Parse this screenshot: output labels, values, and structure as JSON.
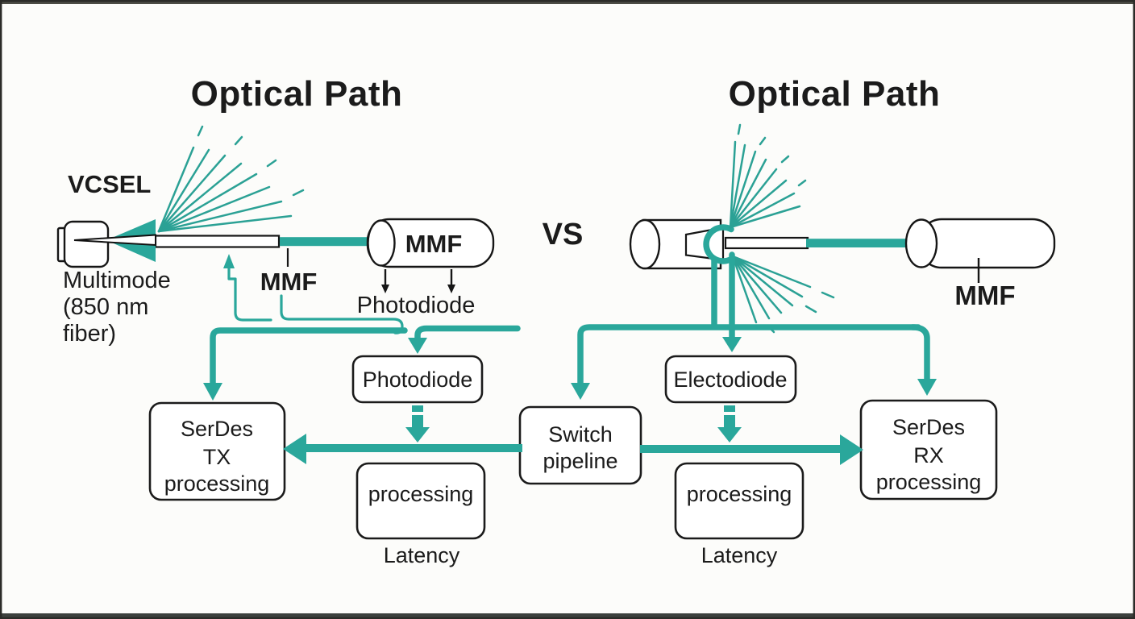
{
  "frame": {
    "top_strip_color": "#4d4d45",
    "bottom_strip_color": "#3c403d",
    "border_color": "#2b2b28",
    "background": "#fcfcfa"
  },
  "colors": {
    "teal_accent": "#2aa79b",
    "ray_teal": "#2ba195",
    "ink": "#1b1b1b",
    "box_fill": "#ffffff"
  },
  "left": {
    "title": "Optical Path",
    "source_label": "VCSEL",
    "caption_lines": [
      "Multimode",
      "(850 nm",
      "fiber)"
    ],
    "fiber_label": "MMF",
    "cylinder_label": "MMF",
    "detector_caption": "Photodiode",
    "photodiode_box_label": "Photodiode",
    "serdes_box_lines": [
      "SerDes",
      "TX",
      "processing"
    ],
    "processing_box_label": "processing",
    "latency_label": "Latency"
  },
  "center": {
    "versus_label": "VS",
    "switch_box_lines": [
      "Switch",
      "pipeline"
    ]
  },
  "right": {
    "title": "Optical Path",
    "cylinder_label": "MMF",
    "electodiode_box_label": "Electodiode",
    "serdes_box_lines": [
      "SerDes",
      "RX",
      "processing"
    ],
    "processing_box_label": "processing",
    "latency_label": "Latency"
  }
}
